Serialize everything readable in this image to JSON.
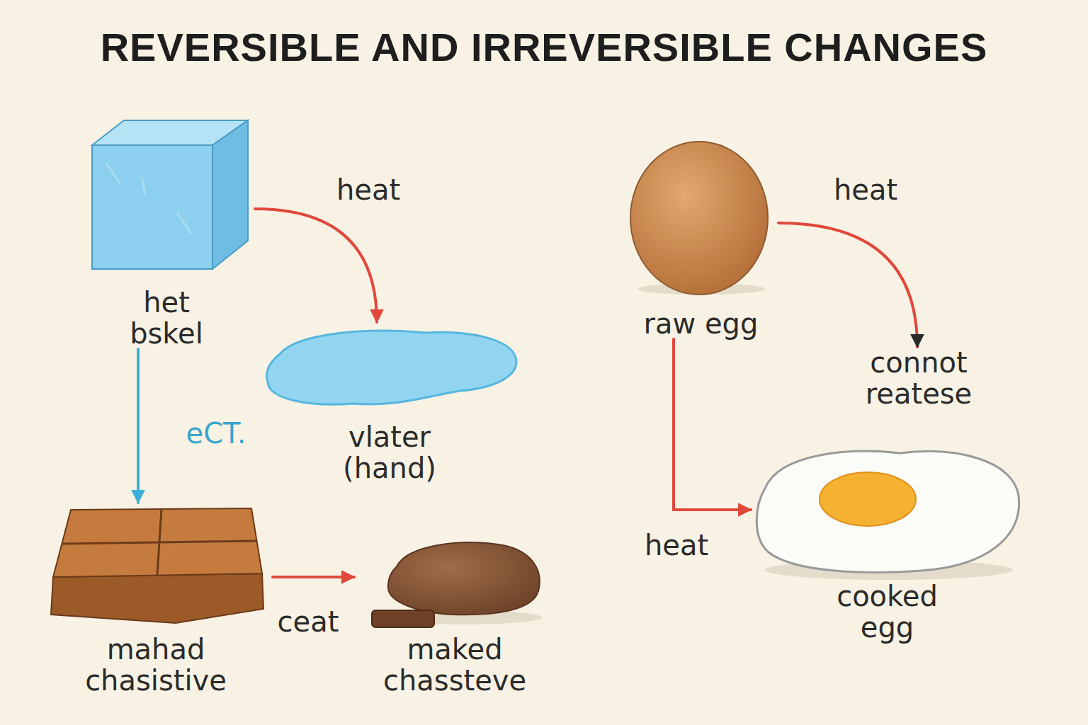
{
  "diagram": {
    "title": "REVERSIBLE AND IRREVERSIBLE CHANGES",
    "nodes": [
      {
        "text": [
          "het bskel"
        ]
      },
      {
        "text": [
          "vlater (hand)"
        ]
      },
      {
        "text": [
          "mahad chasistive"
        ]
      },
      {
        "text": [
          "maked chassteve"
        ]
      },
      {
        "text": [
          "raw egg"
        ]
      },
      {
        "text": [
          "connot reatese"
        ]
      },
      {
        "text": [
          "cooked egg"
        ]
      }
    ],
    "edges": [
      {
        "from": 0,
        "to": 1,
        "label": "heat",
        "arrow": "to"
      },
      {
        "from": 0,
        "to": 2,
        "label": "eCT.",
        "arrow": "to"
      },
      {
        "from": 2,
        "to": 3,
        "label": "ceat",
        "arrow": "to"
      },
      {
        "from": 4,
        "to": 5,
        "label": "heat",
        "arrow": "to"
      },
      {
        "from": 4,
        "to": 6,
        "label": "heat",
        "arrow": "to"
      }
    ]
  }
}
